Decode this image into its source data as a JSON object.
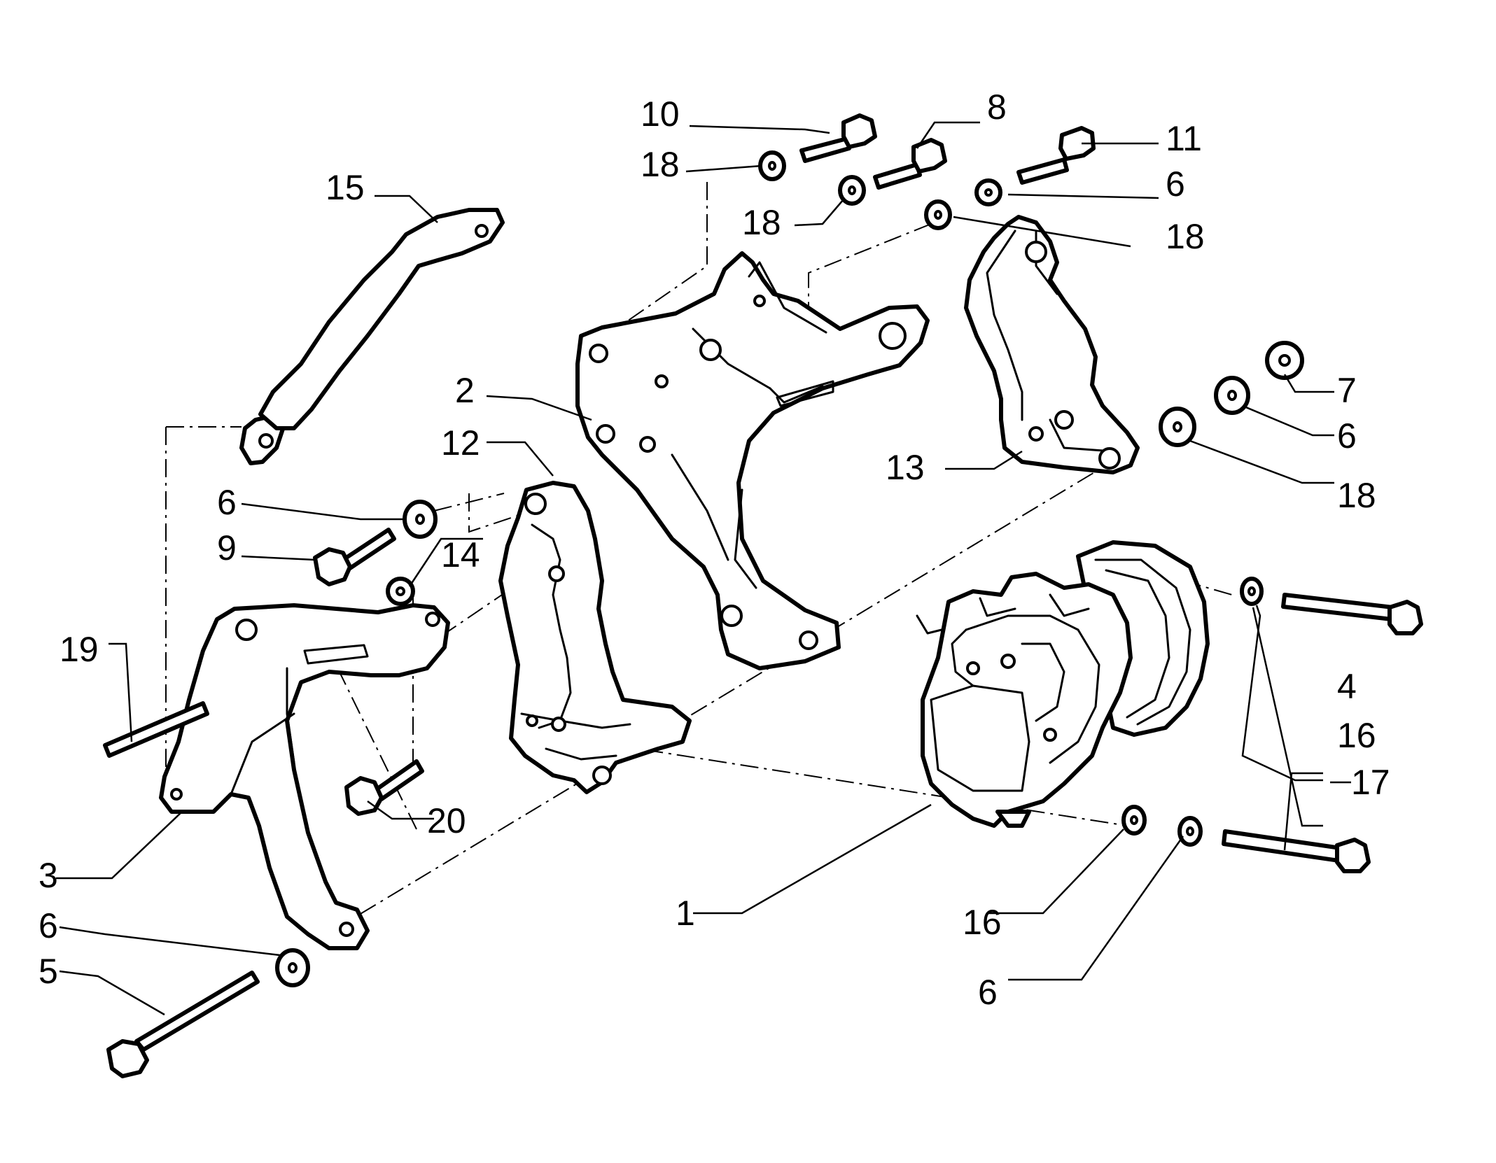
{
  "diagram": {
    "callouts": {
      "c1": "1",
      "c2": "2",
      "c3": "3",
      "c4": "4",
      "c5": "5",
      "c6a": "6",
      "c6b": "6",
      "c6c": "6",
      "c6d": "6",
      "c6e": "6",
      "c7": "7",
      "c8": "8",
      "c9": "9",
      "c10": "10",
      "c11": "11",
      "c12": "12",
      "c13": "13",
      "c14": "14",
      "c15": "15",
      "c16a": "16",
      "c16b": "16",
      "c17": "17",
      "c18a": "18",
      "c18b": "18",
      "c18c": "18",
      "c18d": "18",
      "c19": "19",
      "c20": "20"
    },
    "colors": {
      "line": "#000000",
      "background": "#ffffff"
    }
  }
}
